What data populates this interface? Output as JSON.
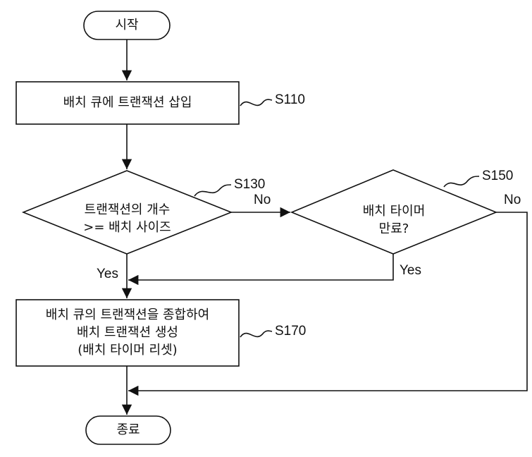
{
  "nodes": {
    "start": "시작",
    "insert": "배치 큐에 트랜잭션 삽입",
    "check_count": [
      "트랜잭션의 개수",
      ">= 배치 사이즈"
    ],
    "check_timer": [
      "배치 타이머",
      "만료?"
    ],
    "generate": [
      "배치 큐의 트랜잭션을 종합하여",
      "배치 트랜잭션 생성",
      "(배치 타이머 리셋)"
    ],
    "end": "종료"
  },
  "steps": {
    "s110": "S110",
    "s130": "S130",
    "s150": "S150",
    "s170": "S170"
  },
  "edges": {
    "count_no": "No",
    "count_yes": "Yes",
    "timer_yes": "Yes",
    "timer_no": "No"
  }
}
